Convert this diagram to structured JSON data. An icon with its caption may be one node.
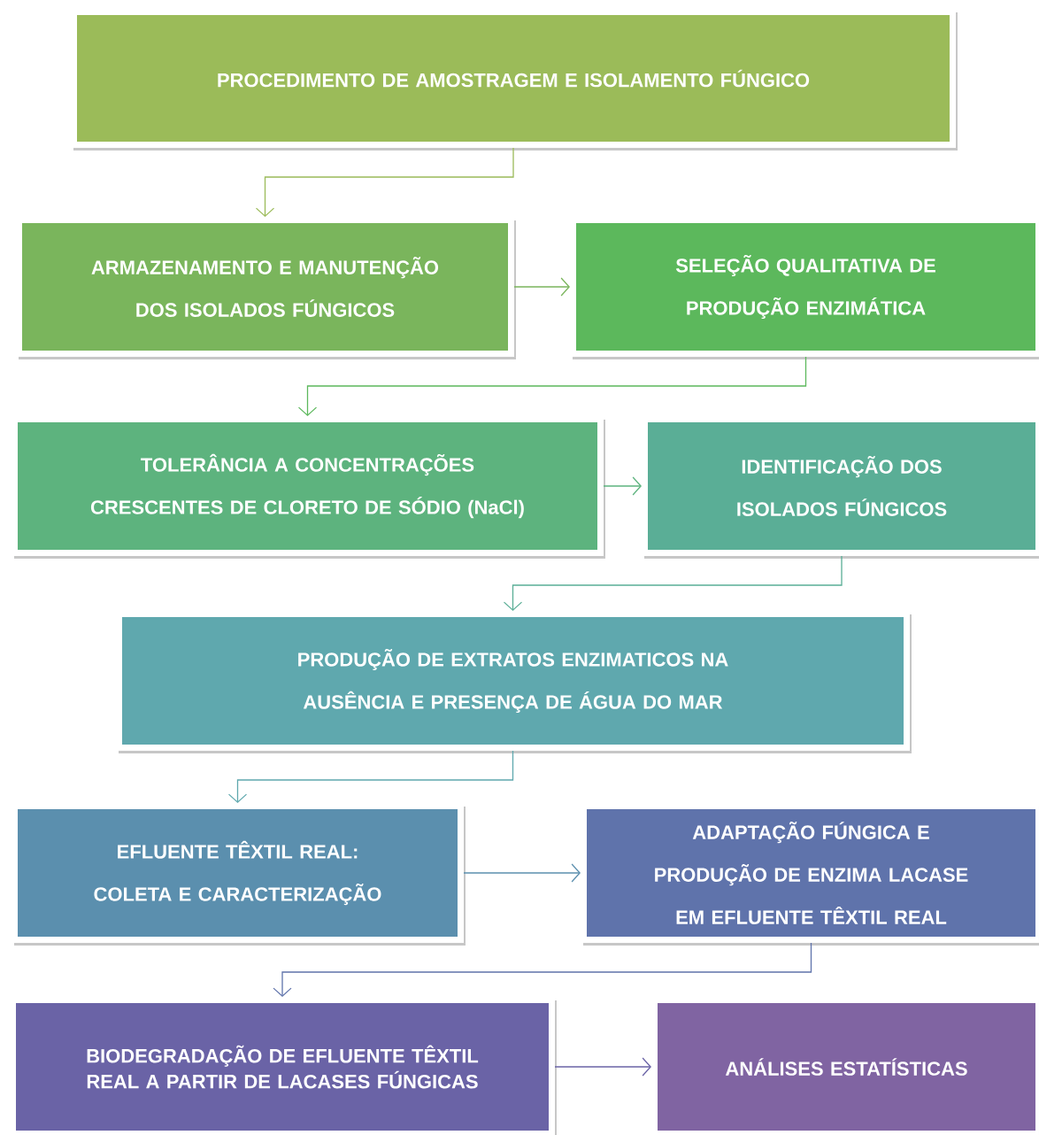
{
  "diagram": {
    "nodes": [
      {
        "text": [
          "PROCEDIMENTO DE AMOSTRAGEM E ISOLAMENTO FÚNGICO"
        ]
      },
      {
        "text": [
          "ARMAZENAMENTO E MANUTENÇÃO DOS ISOLADOS FÚNGICOS"
        ]
      },
      {
        "text": [
          "SELEÇÃO QUALITATIVA DE PRODUÇÃO ENZIMÁTICA"
        ]
      },
      {
        "text": [
          "TOLERÂNCIA A CONCENTRAÇÕES CRESCENTES DE CLORETO DE SÓDIO (NaCl)"
        ]
      },
      {
        "text": [
          "IDENTIFICAÇÃO DOS ISOLADOS FÚNGICOS"
        ]
      },
      {
        "text": [
          "PRODUÇÃO DE EXTRATOS ENZIMATICOS NA AUSÊNCIA E PRESENÇA DE ÁGUA DO MAR"
        ]
      },
      {
        "text": [
          "EFLUENTE TÊXTIL REAL: COLETA E CARACTERIZAÇÃO"
        ]
      },
      {
        "text": [
          "ADAPTAÇÃO FÚNGICA E PRODUÇÃO DE ENZIMA LACASE EM EFLUENTE TÊXTIL REAL"
        ]
      },
      {
        "text": [
          "BIODEGRADAÇÃO DE EFLUENTE TÊXTIL REAL A PARTIR DE LACASES FÚNGICAS"
        ]
      },
      {
        "text": [
          "ANÁLISES ESTATÍSTICAS"
        ]
      }
    ],
    "edges": [
      {
        "from": 0,
        "to": 1,
        "arrow": "to",
        "color": "#9bbb59"
      },
      {
        "from": 1,
        "to": 2,
        "arrow": "to",
        "color": "#7ab55c"
      },
      {
        "from": 2,
        "to": 3,
        "arrow": "to",
        "color": "#5cb85c"
      },
      {
        "from": 3,
        "to": 4,
        "arrow": "to",
        "color": "#5db37e"
      },
      {
        "from": 4,
        "to": 5,
        "arrow": "to",
        "color": "#5aae96"
      },
      {
        "from": 5,
        "to": 6,
        "arrow": "to",
        "color": "#5fa8ae"
      },
      {
        "from": 6,
        "to": 7,
        "arrow": "to",
        "color": "#5b8fae"
      },
      {
        "from": 7,
        "to": 8,
        "arrow": "to",
        "color": "#5f73ab"
      },
      {
        "from": 8,
        "to": 9,
        "arrow": "to",
        "color": "#6a63a6"
      }
    ]
  }
}
